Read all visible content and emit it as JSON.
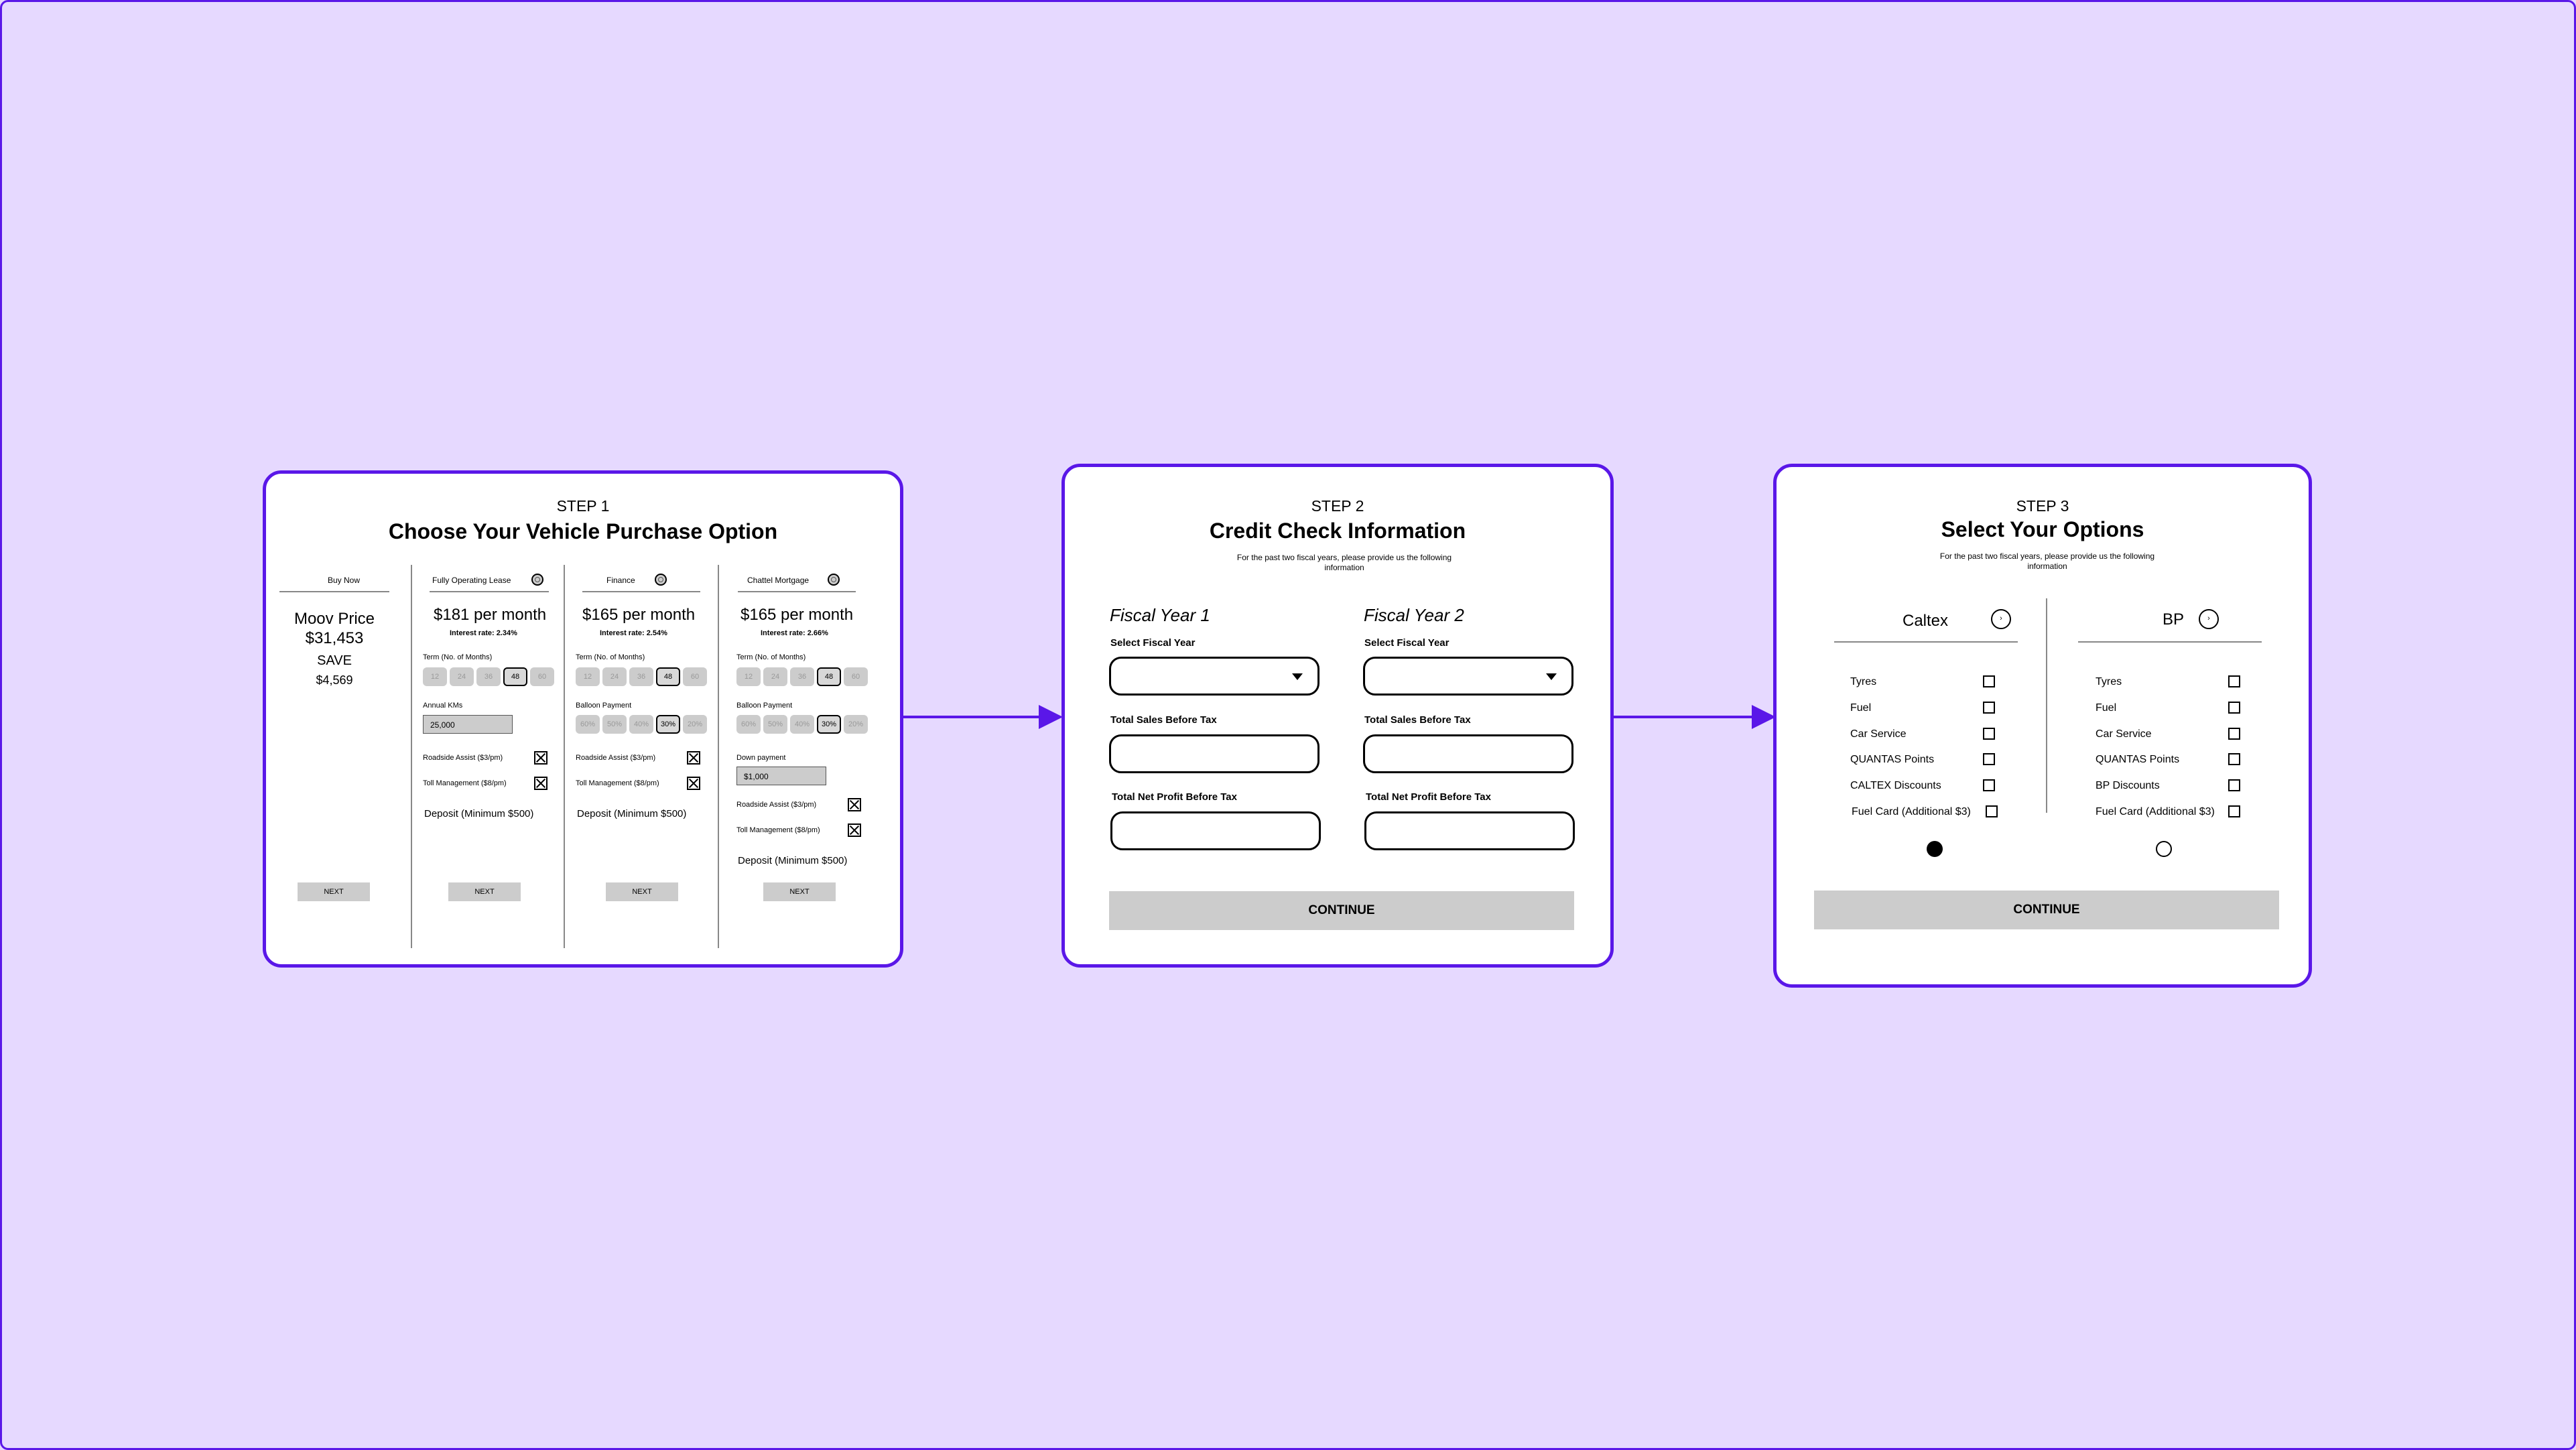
{
  "step1": {
    "step": "STEP 1",
    "title": "Choose Your Vehicle Purchase Option",
    "buy_now": {
      "header": "Buy Now",
      "price_label": "Moov Price",
      "price": "$31,453",
      "save_label": "SAVE",
      "save": "$4,569",
      "next": "NEXT"
    },
    "lease": {
      "header": "Fully Operating Lease",
      "price": "$181 per month",
      "rate": "Interest rate: 2.34%",
      "term_label": "Term (No. of Months)",
      "terms": [
        "12",
        "24",
        "36",
        "48",
        "60"
      ],
      "km_label": "Annual KMs",
      "km_value": "25,000",
      "roadside": "Roadside Assist ($3/pm)",
      "toll": "Toll Management ($8/pm)",
      "deposit": "Deposit (Minimum $500)",
      "next": "NEXT"
    },
    "finance": {
      "header": "Finance",
      "price": "$165 per month",
      "rate": "Interest rate: 2.54%",
      "term_label": "Term (No. of Months)",
      "terms": [
        "12",
        "24",
        "36",
        "48",
        "60"
      ],
      "balloon_label": "Balloon Payment",
      "balloons": [
        "60%",
        "50%",
        "40%",
        "30%",
        "20%"
      ],
      "roadside": "Roadside Assist ($3/pm)",
      "toll": "Toll Management ($8/pm)",
      "deposit": "Deposit (Minimum $500)",
      "next": "NEXT"
    },
    "chattel": {
      "header": "Chattel Mortgage",
      "price": "$165 per month",
      "rate": "Interest rate: 2.66%",
      "term_label": "Term (No. of Months)",
      "terms": [
        "12",
        "24",
        "36",
        "48",
        "60"
      ],
      "balloon_label": "Balloon Payment",
      "balloons": [
        "60%",
        "50%",
        "40%",
        "30%",
        "20%"
      ],
      "down_label": "Down payment",
      "down_value": "$1,000",
      "roadside": "Roadside Assist ($3/pm)",
      "toll": "Toll Management ($8/pm)",
      "deposit": "Deposit (Minimum $500)",
      "next": "NEXT"
    }
  },
  "step2": {
    "step": "STEP 2",
    "title": "Credit Check Information",
    "subtitle": "For the past two fiscal years, please provide us the following information",
    "fy1": {
      "heading": "Fiscal Year 1",
      "select_label": "Select Fiscal Year",
      "sales_label": "Total Sales Before Tax",
      "profit_label": "Total Net Profit Before Tax"
    },
    "fy2": {
      "heading": "Fiscal Year 2",
      "select_label": "Select Fiscal Year",
      "sales_label": "Total Sales Before Tax",
      "profit_label": "Total Net Profit Before Tax"
    },
    "continue": "CONTINUE"
  },
  "step3": {
    "step": "STEP 3",
    "title": "Select Your Options",
    "subtitle": "For the past two fiscal years, please provide us the following information",
    "caltex": {
      "name": "Caltex",
      "options": [
        "Tyres",
        "Fuel",
        "Car Service",
        "QUANTAS Points",
        "CALTEX Discounts",
        "Fuel Card (Additional $3)"
      ],
      "selected": true
    },
    "bp": {
      "name": "BP",
      "options": [
        "Tyres",
        "Fuel",
        "Car Service",
        "QUANTAS Points",
        "BP Discounts",
        "Fuel Card (Additional $3)"
      ],
      "selected": false
    },
    "continue": "CONTINUE"
  },
  "colors": {
    "accent": "#5a17e8",
    "background": "#e6d9ff",
    "card": "#ffffff",
    "gray": "#cccccc"
  }
}
